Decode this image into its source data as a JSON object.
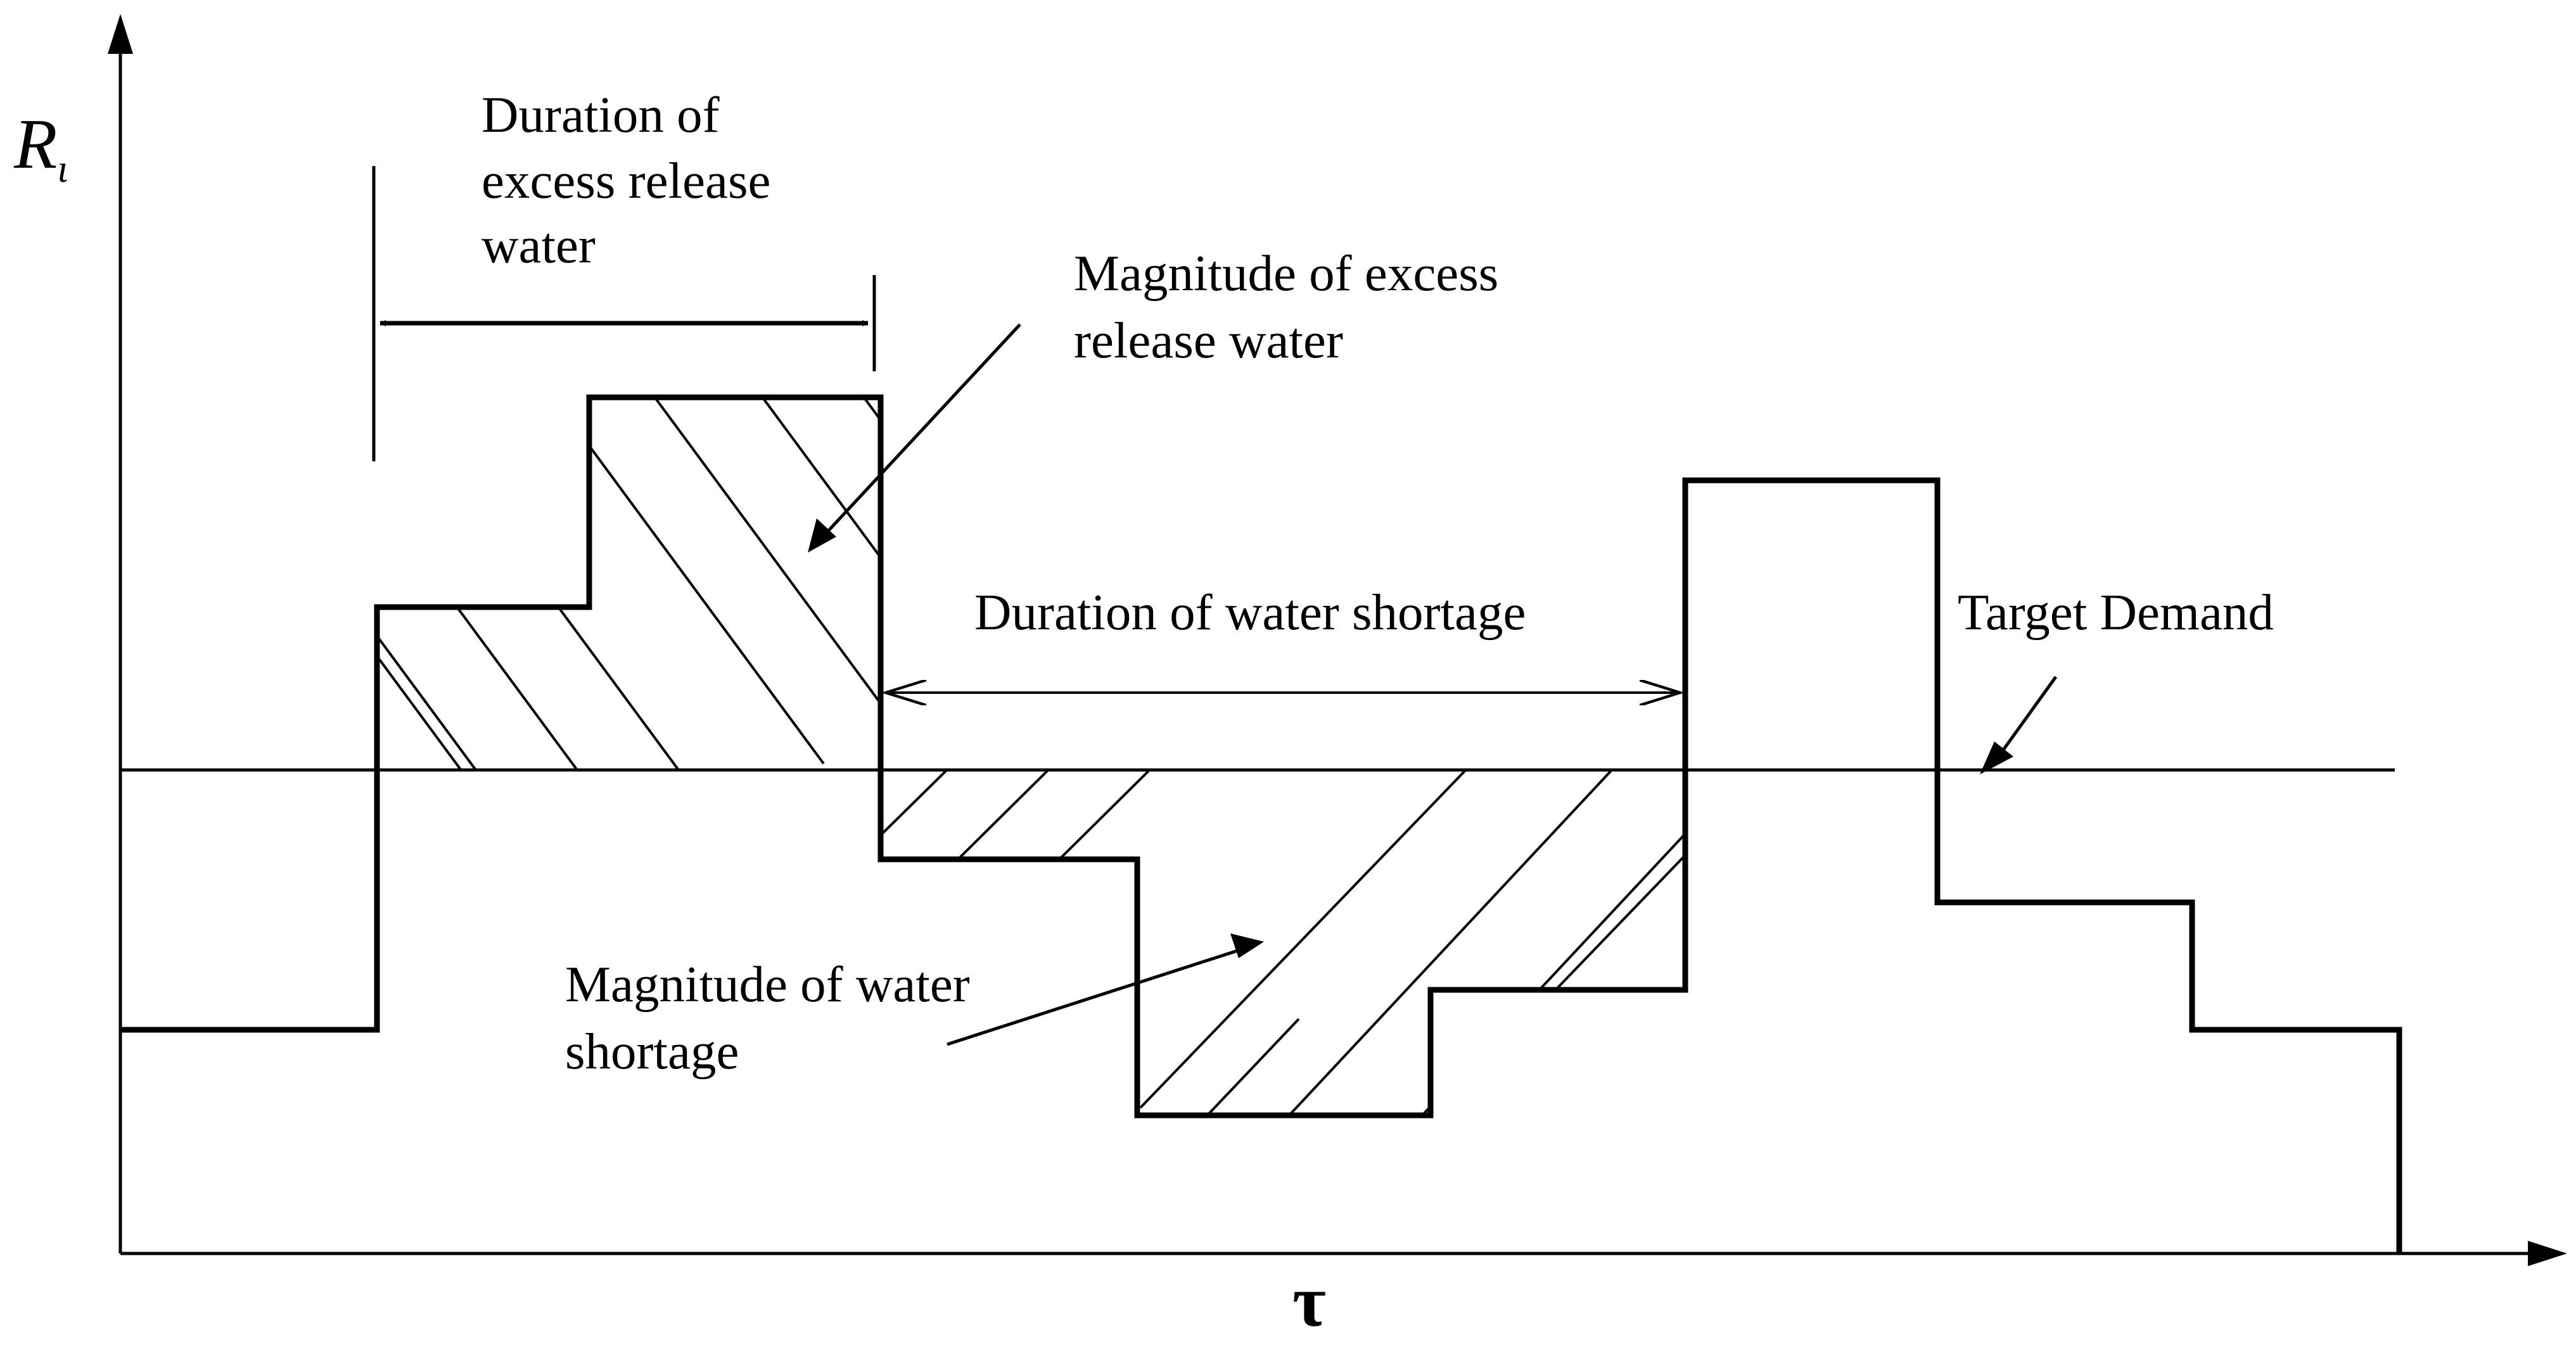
{
  "figure": {
    "y_axis_label": "R",
    "y_axis_subscript": "ι",
    "x_axis_label": "τ",
    "labels": {
      "duration_excess": [
        "Duration of",
        "excess release",
        "water"
      ],
      "magnitude_excess": [
        "Magnitude of excess",
        "release water"
      ],
      "duration_shortage": "Duration of water shortage",
      "target_demand": "Target Demand",
      "magnitude_shortage": [
        "Magnitude of water",
        "shortage"
      ]
    },
    "colors": {
      "line": "#000000",
      "background": "#ffffff"
    }
  }
}
